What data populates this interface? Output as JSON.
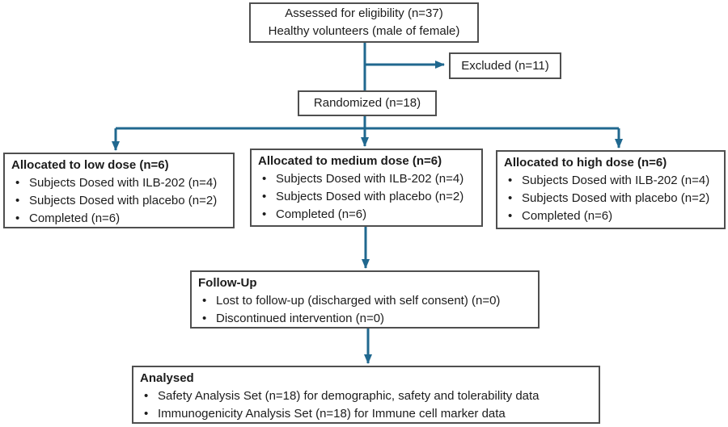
{
  "colors": {
    "arrow": "#20688f",
    "box_border": "#4f4f4f",
    "text": "#1c1c1c",
    "background": "#ffffff"
  },
  "flowchart": {
    "eligibility": {
      "line1": "Assessed for eligibility (n=37)",
      "line2": "Healthy volunteers (male of female)"
    },
    "excluded": {
      "label": "Excluded (n=11)"
    },
    "randomized": {
      "label": "Randomized (n=18)"
    },
    "low_dose": {
      "title": "Allocated to low dose (n=6)",
      "bullets": [
        "Subjects Dosed with ILB-202 (n=4)",
        "Subjects Dosed with placebo (n=2)",
        "Completed (n=6)"
      ]
    },
    "medium_dose": {
      "title": "Allocated to medium dose (n=6)",
      "bullets": [
        "Subjects Dosed with ILB-202 (n=4)",
        "Subjects Dosed with placebo (n=2)",
        "Completed (n=6)"
      ]
    },
    "high_dose": {
      "title": "Allocated to high dose (n=6)",
      "bullets": [
        "Subjects Dosed with ILB-202 (n=4)",
        "Subjects Dosed with placebo (n=2)",
        "Completed (n=6)"
      ]
    },
    "follow_up": {
      "title": "Follow-Up",
      "bullets": [
        "Lost to follow-up (discharged with self consent) (n=0)",
        "Discontinued intervention (n=0)"
      ]
    },
    "analysed": {
      "title": "Analysed",
      "bullets": [
        "Safety Analysis Set (n=18) for demographic, safety and tolerability data",
        "Immunogenicity Analysis Set (n=18) for Immune cell marker data"
      ]
    }
  }
}
